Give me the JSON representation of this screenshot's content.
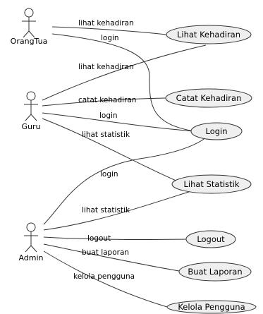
{
  "actors": [
    {
      "id": "orangtua",
      "name": "OrangTua"
    },
    {
      "id": "guru",
      "name": "Guru"
    },
    {
      "id": "admin",
      "name": "Admin"
    }
  ],
  "use_cases": [
    {
      "id": "lihat-kehadiran",
      "name": "Lihat Kehadiran"
    },
    {
      "id": "catat-kehadiran",
      "name": "Catat Kehadiran"
    },
    {
      "id": "login",
      "name": "Login"
    },
    {
      "id": "lihat-statistik",
      "name": "Lihat Statistik"
    },
    {
      "id": "logout",
      "name": "Logout"
    },
    {
      "id": "buat-laporan",
      "name": "Buat Laporan"
    },
    {
      "id": "kelola-pengguna",
      "name": "Kelola Pengguna"
    }
  ],
  "associations": [
    {
      "from": "orangtua",
      "to": "lihat-kehadiran",
      "label": "lihat kehadiran"
    },
    {
      "from": "orangtua",
      "to": "login",
      "label": "login"
    },
    {
      "from": "guru",
      "to": "lihat-kehadiran",
      "label": "lihat kehadiran"
    },
    {
      "from": "guru",
      "to": "catat-kehadiran",
      "label": "catat kehadiran"
    },
    {
      "from": "guru",
      "to": "login",
      "label": "login"
    },
    {
      "from": "guru",
      "to": "lihat-statistik",
      "label": "lihat statistik"
    },
    {
      "from": "admin",
      "to": "login",
      "label": "login"
    },
    {
      "from": "admin",
      "to": "lihat-statistik",
      "label": "lihat statistik"
    },
    {
      "from": "admin",
      "to": "logout",
      "label": "logout"
    },
    {
      "from": "admin",
      "to": "buat-laporan",
      "label": "buat laporan"
    },
    {
      "from": "admin",
      "to": "kelola-pengguna",
      "label": "kelola pengguna"
    }
  ]
}
